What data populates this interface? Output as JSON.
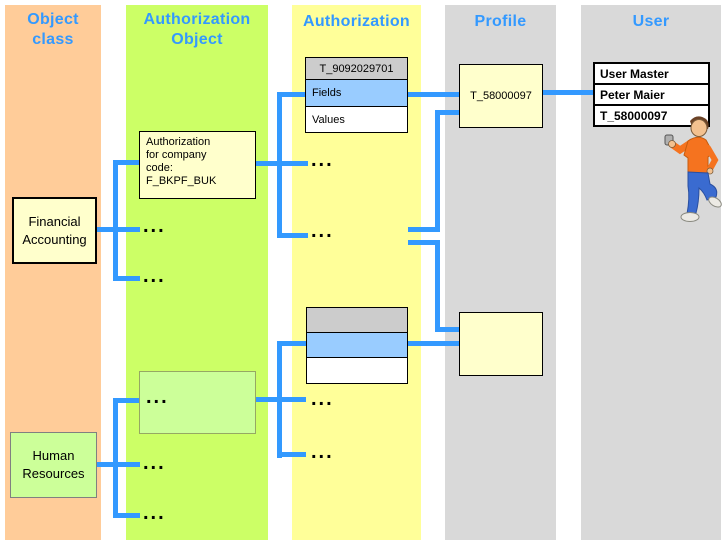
{
  "columns": [
    {
      "id": "object-class",
      "label": "Object\nclass"
    },
    {
      "id": "authorization-object",
      "label": "Authorization\nObject"
    },
    {
      "id": "authorization",
      "label": "Authorization"
    },
    {
      "id": "profile",
      "label": "Profile"
    },
    {
      "id": "user",
      "label": "User"
    }
  ],
  "object_class": {
    "financial_accounting": "Financial\nAccounting",
    "human_resources": "Human\nResources"
  },
  "authorization_object": {
    "company_code_box": "Authorization\nfor company\ncode:\nF_BKPF_BUK"
  },
  "authorization": {
    "table1": {
      "header": "T_9092029701",
      "rows": [
        "Fields",
        "Values"
      ]
    },
    "table2": {
      "header": "",
      "rows": [
        "",
        ""
      ]
    }
  },
  "profile": {
    "profile1": "T_58000097",
    "profile2": ""
  },
  "user": {
    "table": {
      "header": "User Master",
      "rows": [
        "Peter Maier",
        "T_58000097"
      ]
    }
  },
  "ellipsis": "...",
  "colors": {
    "object_class_band": "#FFCC99",
    "authorization_object_band": "#CCFF66",
    "authorization_band": "#FFFF99",
    "profile_band": "#D9D9D9",
    "user_band": "#D9D9D9",
    "header_text": "#3399FF",
    "connector_line": "#3399FF",
    "table_header_fill": "#CCCCCC",
    "table_highlight_row": "#99CCFF",
    "yellow_box_fill": "#FFFFCC",
    "green_box_fill": "#CCFF99"
  }
}
